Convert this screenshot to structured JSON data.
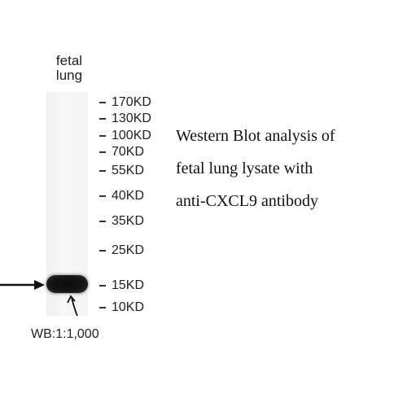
{
  "sample": {
    "line1": "fetal",
    "line2": "lung"
  },
  "markers": [
    "170KD",
    "130KD",
    "100KD",
    "70KD",
    "55KD",
    "40KD",
    "35KD",
    "25KD",
    "15KD",
    "10KD"
  ],
  "dilution": "WB:1:1,000",
  "description": {
    "line1": "Western Blot analysis of",
    "line2": "fetal lung lysate with",
    "line3": "anti-CXCL9 antibody"
  }
}
